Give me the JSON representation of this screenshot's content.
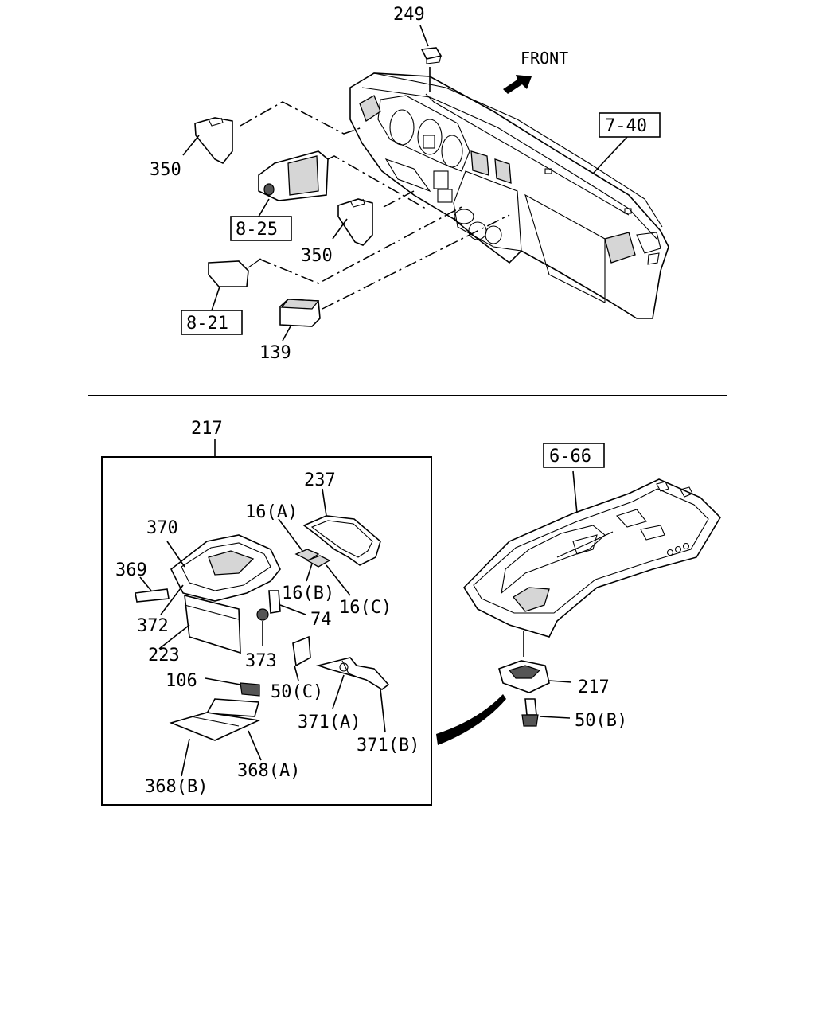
{
  "top_section": {
    "direction_label": "FRONT",
    "labels": {
      "p249": "249",
      "p350_left": "350",
      "p350_mid": "350",
      "p139": "139"
    },
    "ref_boxes": {
      "r7_40": "7-40",
      "r8_25": "8-25",
      "r8_21": "8-21"
    }
  },
  "bottom_section": {
    "assembly_label": "217",
    "detail_labels": {
      "p237": "237",
      "p16a": "16(A)",
      "p16b": "16(B)",
      "p16c": "16(C)",
      "p370": "370",
      "p369": "369",
      "p372": "372",
      "p74": "74",
      "p223": "223",
      "p373": "373",
      "p50c": "50(C)",
      "p106": "106",
      "p371a": "371(A)",
      "p371b": "371(B)",
      "p368a": "368(A)",
      "p368b": "368(B)"
    },
    "ref_boxes": {
      "r6_66": "6-66"
    },
    "roof_labels": {
      "p217": "217",
      "p50b": "50(B)"
    }
  }
}
